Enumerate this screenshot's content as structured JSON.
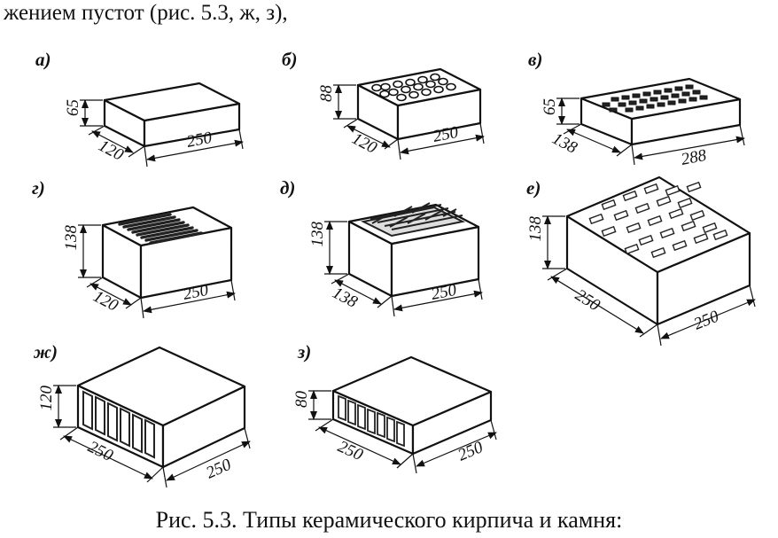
{
  "document": {
    "top_text": "жением пустот (рис. 5.3, ж, з),",
    "caption": "Рис. 5.3. Типы керамического кирпича и камня:"
  },
  "figure": {
    "panels": [
      {
        "id": "a",
        "label": "а)",
        "dims": [
          "65",
          "120",
          "250"
        ],
        "voids": "none"
      },
      {
        "id": "b",
        "label": "б)",
        "dims": [
          "88",
          "120",
          "250"
        ],
        "voids": "round"
      },
      {
        "id": "v",
        "label": "в)",
        "dims": [
          "65",
          "138",
          "288"
        ],
        "voids": "rect"
      },
      {
        "id": "g",
        "label": "г)",
        "dims": [
          "138",
          "120",
          "250"
        ],
        "voids": "slots"
      },
      {
        "id": "d",
        "label": "д)",
        "dims": [
          "138",
          "138",
          "250"
        ],
        "voids": "grid"
      },
      {
        "id": "e",
        "label": "е)",
        "dims": [
          "138",
          "250",
          "250"
        ],
        "voids": "pattern"
      },
      {
        "id": "zh",
        "label": "ж)",
        "dims": [
          "120",
          "250",
          "250"
        ],
        "voids": "horizontal"
      },
      {
        "id": "z",
        "label": "з)",
        "dims": [
          "80",
          "250",
          "250"
        ],
        "voids": "horizontal"
      }
    ]
  },
  "colors": {
    "ink": "#111111",
    "paper": "#ffffff"
  }
}
